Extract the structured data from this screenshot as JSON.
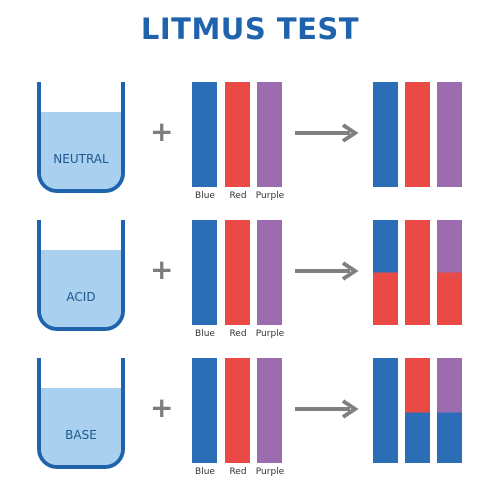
{
  "title": "LITMUS TEST",
  "colors": {
    "title": "#1f63ad",
    "blue": "#2c6db8",
    "red": "#ea4a46",
    "purple": "#9c6bb0",
    "liquid": "#a9d0ee",
    "beaker_outline": "#1f63ad",
    "arrow": "#808080",
    "plus": "#7d7d7d"
  },
  "strip_labels": [
    "Blue",
    "Red",
    "Purple"
  ],
  "rows": [
    {
      "solution": "NEUTRAL",
      "results": [
        [
          "blue"
        ],
        [
          "red"
        ],
        [
          "purple"
        ]
      ]
    },
    {
      "solution": "ACID",
      "results": [
        [
          "blue",
          "red"
        ],
        [
          "red",
          "red"
        ],
        [
          "purple",
          "red"
        ]
      ]
    },
    {
      "solution": "BASE",
      "results": [
        [
          "blue",
          "blue"
        ],
        [
          "red",
          "blue"
        ],
        [
          "purple",
          "blue"
        ]
      ]
    }
  ]
}
